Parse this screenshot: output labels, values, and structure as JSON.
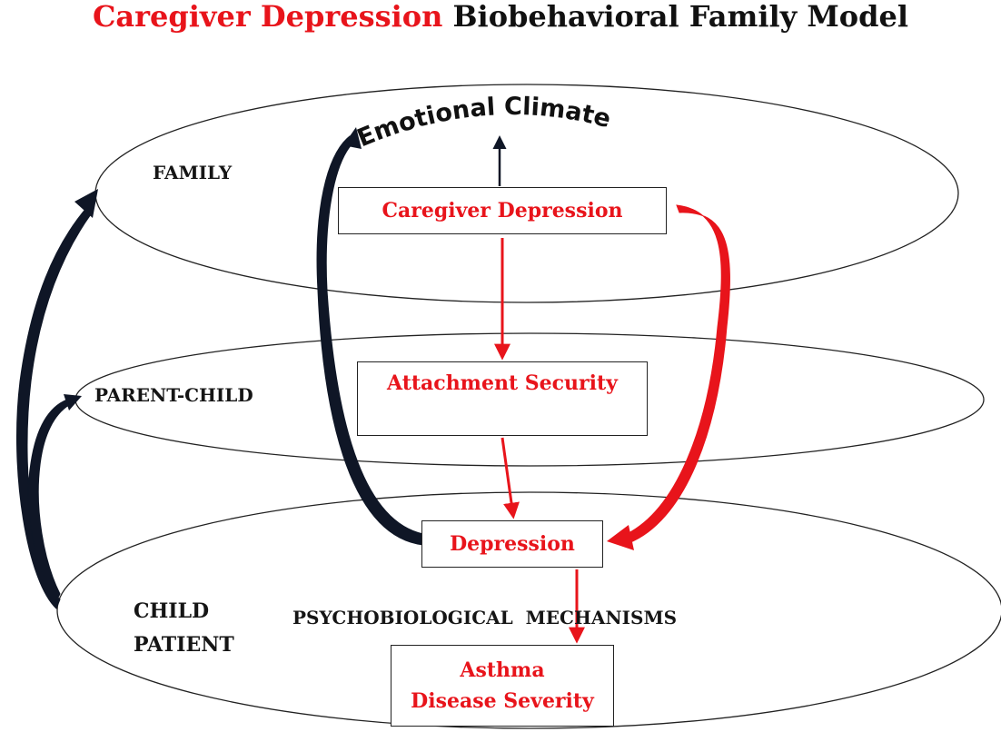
{
  "title": {
    "part1": "Caregiver Depression",
    "part2": "Biobehavioral Family Model",
    "accent_color": "#e8141b",
    "text_color": "#111111"
  },
  "levels": {
    "family": "FAMILY",
    "parent_child": "PARENT-CHILD",
    "child_line1": "CHILD",
    "child_line2": "PATIENT",
    "mechanisms": "PSYCHOBIOLOGICAL  MECHANISMS"
  },
  "boxes": {
    "caregiver_depression": "Caregiver Depression",
    "attachment_security": "Attachment Security",
    "depression": "Depression",
    "asthma_line1": "Asthma",
    "asthma_line2": "Disease Severity"
  },
  "emotional_climate": "Emotional Climate",
  "arrow_colors": {
    "red": "#e8141b",
    "dark": "#0f1626"
  }
}
